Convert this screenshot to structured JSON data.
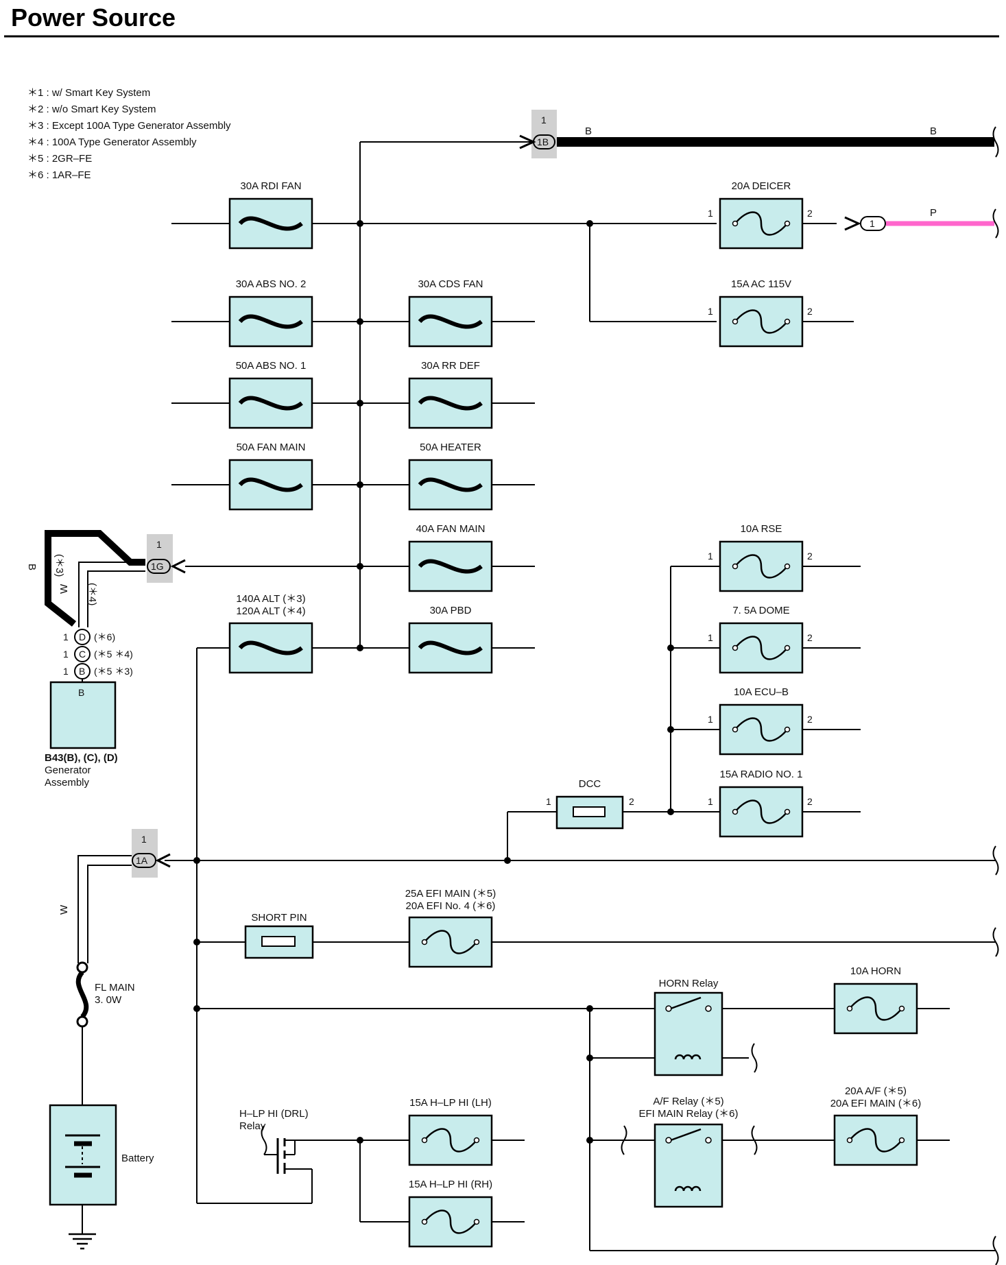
{
  "title": "Power Source",
  "legend": [
    "＊1 : w/ Smart Key System",
    "＊2 : w/o Smart Key System",
    "＊3 : Except 100A Type Generator Assembly",
    "＊4 : 100A Type Generator Assembly",
    "＊5 : 2GR–FE",
    "＊6 : 1AR–FE"
  ],
  "connectors": {
    "c1b": {
      "pin": "1",
      "label": "1B"
    },
    "c1g": {
      "pin": "1",
      "label": "1G"
    },
    "c1a": {
      "pin": "1",
      "label": "1A"
    },
    "c1": {
      "label": "1"
    }
  },
  "wire_colors": {
    "b_left": "B",
    "b_right": "B",
    "p": "P",
    "gen_b": "B",
    "gen_w": "W",
    "gen_s3": "(＊3)",
    "gen_s4": "(＊4)",
    "main_w": "W"
  },
  "colors": {
    "fuse_fill": "#c8ecec",
    "wire": "#000000",
    "pink_wire": "#ff66cc",
    "connector_bg": "#d0d0d0"
  },
  "fuses": {
    "rdi_fan": "30A RDI FAN",
    "abs2": "30A ABS NO. 2",
    "abs1": "50A ABS NO. 1",
    "fan_main50": "50A FAN MAIN",
    "alt_1": "140A ALT (＊3)",
    "alt_2": "120A ALT (＊4)",
    "cds_fan": "30A CDS FAN",
    "rr_def": "30A RR DEF",
    "heater": "50A HEATER",
    "fan_main40": "40A FAN MAIN",
    "pbd": "30A PBD",
    "deicer": "20A DEICER",
    "ac115": "15A AC 115V",
    "rse": "10A RSE",
    "dome": "7. 5A DOME",
    "ecub": "10A ECU–B",
    "radio1": "15A RADIO NO. 1",
    "dcc": "DCC",
    "short_pin": "SHORT PIN",
    "efi_1": "25A EFI MAIN (＊5)",
    "efi_2": "20A EFI No. 4 (＊6)",
    "horn": "10A HORN",
    "af_1": "20A A/F (＊5)",
    "af_2": "20A EFI MAIN (＊6)",
    "hlp_lh": "15A H–LP HI (LH)",
    "hlp_rh": "15A H–LP HI (RH)"
  },
  "pins": {
    "one": "1",
    "two": "2"
  },
  "relays": {
    "horn": "HORN Relay",
    "af_1": "A/F Relay (＊5)",
    "af_2": "EFI MAIN Relay (＊6)",
    "hlp_1": "H–LP HI (DRL)",
    "hlp_2": "Relay"
  },
  "generator": {
    "pin_d": "D",
    "pin_c": "C",
    "pin_b": "B",
    "note_d": "(＊6)",
    "note_c": "(＊5 ＊4)",
    "note_b": "(＊5 ＊3)",
    "box_label": "B",
    "id": "B43(B), (C), (D)",
    "name_1": "Generator",
    "name_2": "Assembly"
  },
  "fl_main": {
    "name": "FL MAIN",
    "value": "3. 0W"
  },
  "battery": "Battery"
}
